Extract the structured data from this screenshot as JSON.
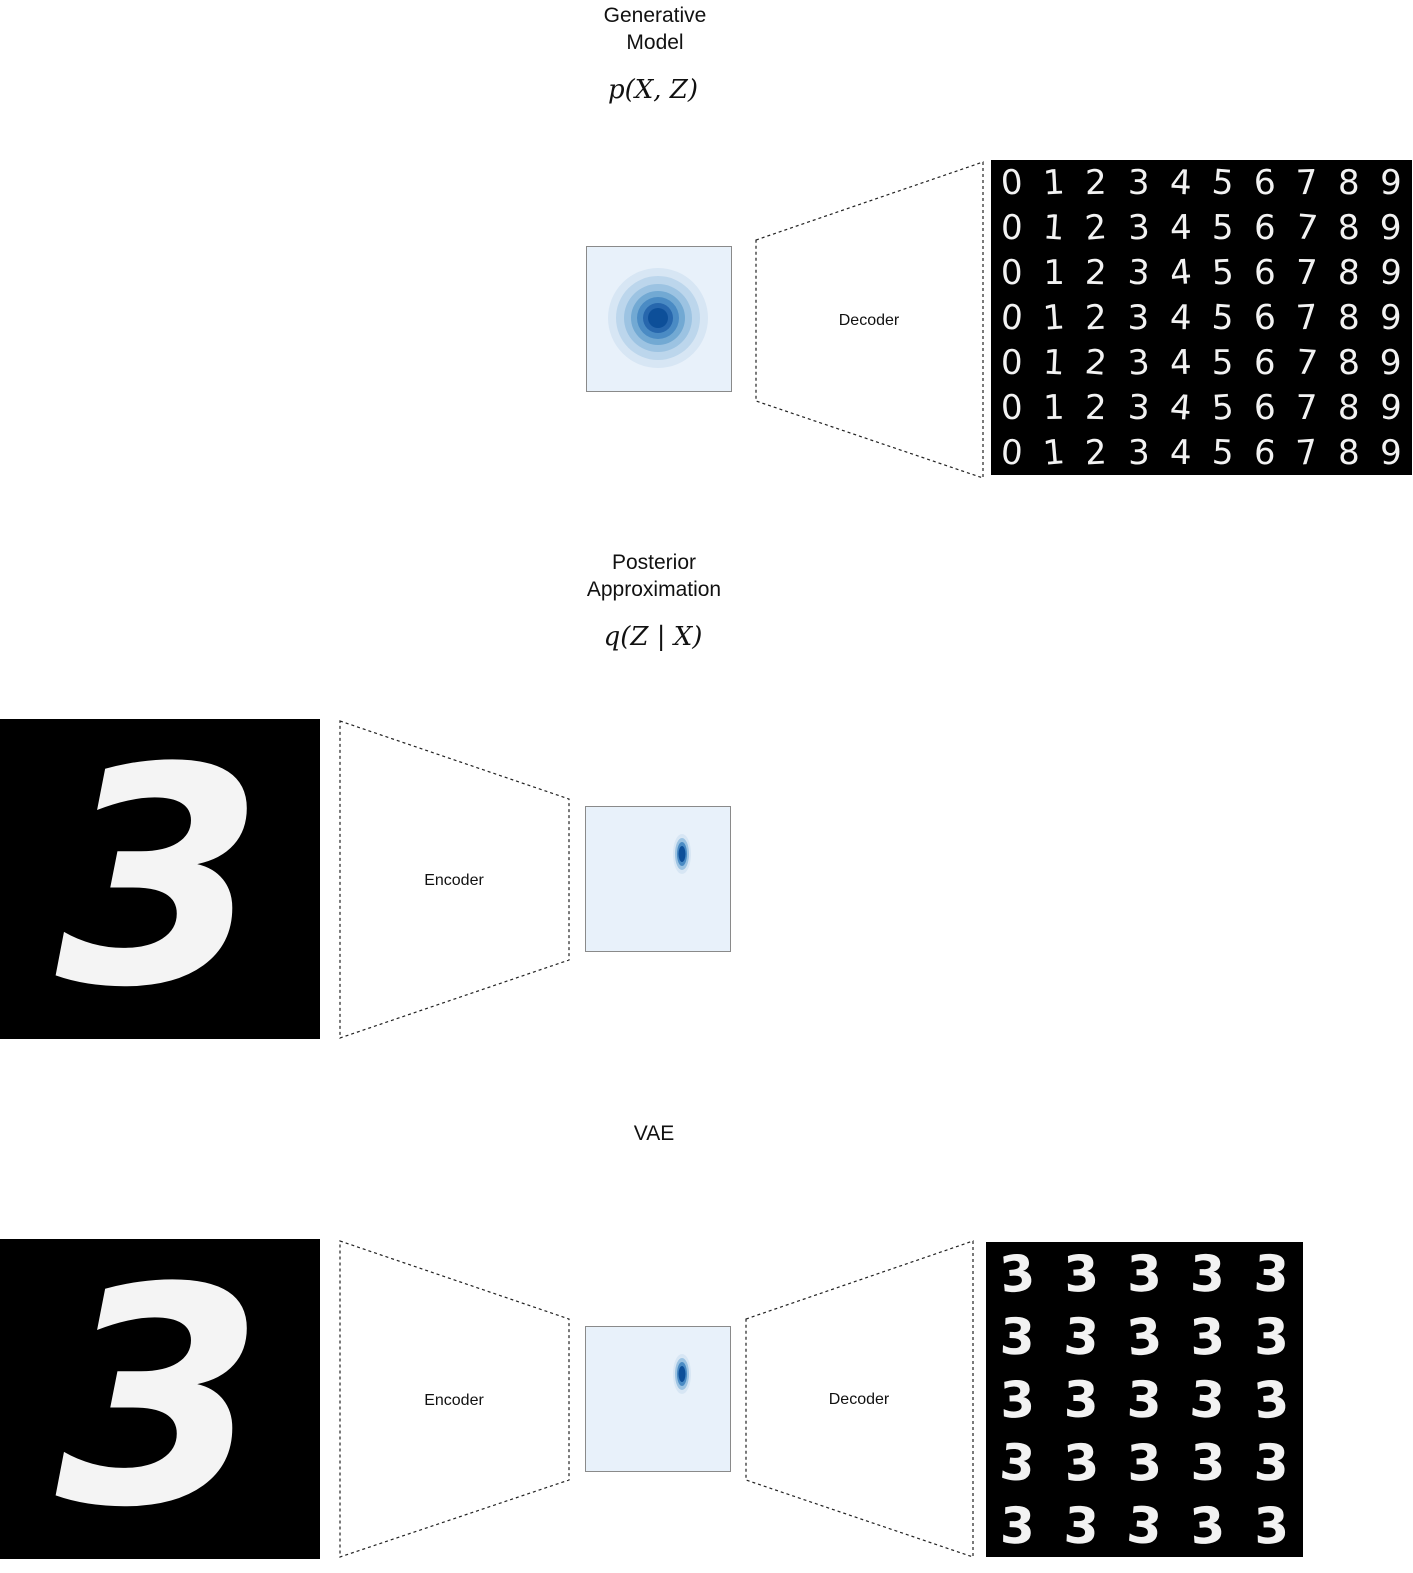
{
  "generative": {
    "title_line1": "Generative",
    "title_line2": "Model",
    "formula": "p(X, Z)",
    "decoder_label": "Decoder"
  },
  "posterior": {
    "title_line1": "Posterior",
    "title_line2": "Approximation",
    "formula": "q(Z | X)",
    "encoder_label": "Encoder"
  },
  "vae": {
    "title": "VAE",
    "encoder_label": "Encoder",
    "decoder_label": "Decoder"
  },
  "generated_digits": [
    [
      "0",
      "1",
      "2",
      "3",
      "4",
      "5",
      "6",
      "7",
      "8",
      "9"
    ],
    [
      "0",
      "1",
      "2",
      "3",
      "4",
      "5",
      "6",
      "7",
      "8",
      "9"
    ],
    [
      "0",
      "1",
      "2",
      "3",
      "4",
      "5",
      "6",
      "7",
      "8",
      "9"
    ],
    [
      "0",
      "1",
      "2",
      "3",
      "4",
      "5",
      "6",
      "7",
      "8",
      "9"
    ],
    [
      "0",
      "1",
      "2",
      "3",
      "4",
      "5",
      "6",
      "7",
      "8",
      "9"
    ],
    [
      "0",
      "1",
      "2",
      "3",
      "4",
      "5",
      "6",
      "7",
      "8",
      "9"
    ],
    [
      "0",
      "1",
      "2",
      "3",
      "4",
      "5",
      "6",
      "7",
      "8",
      "9"
    ]
  ],
  "input_digit": "3",
  "reconstructed_digits": [
    [
      "3",
      "3",
      "3",
      "3",
      "3"
    ],
    [
      "3",
      "3",
      "3",
      "3",
      "3"
    ],
    [
      "3",
      "3",
      "3",
      "3",
      "3"
    ],
    [
      "3",
      "3",
      "3",
      "3",
      "3"
    ],
    [
      "3",
      "3",
      "3",
      "3",
      "3"
    ]
  ],
  "colors": {
    "latent_background": "#e8f1fa",
    "latent_border": "#8a8a8a",
    "blue_levels": [
      "#d7e6f4",
      "#bcd6ec",
      "#9cc3e2",
      "#72a9d3",
      "#4a8bc4",
      "#2767ad",
      "#0d4f99"
    ]
  }
}
